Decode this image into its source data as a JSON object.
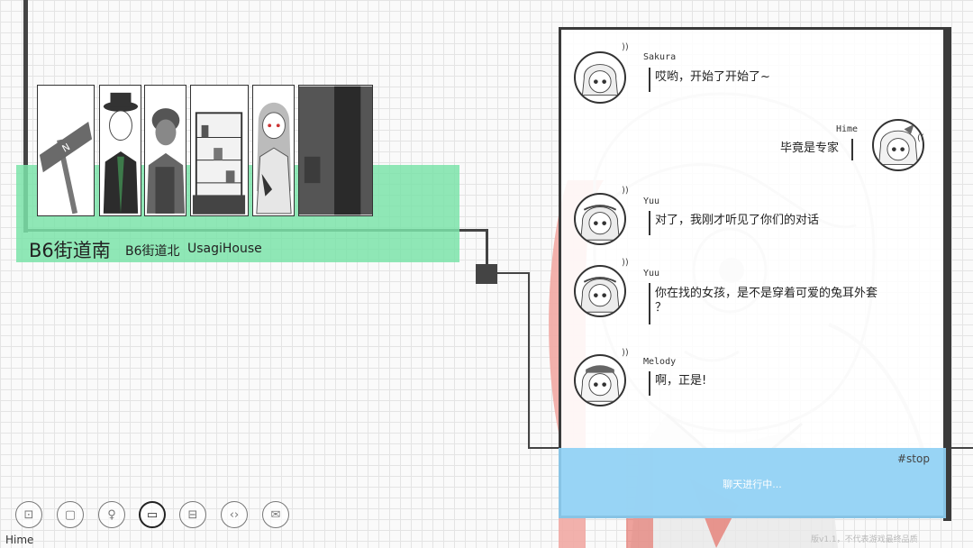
{
  "locations": {
    "current": "B6街道南",
    "others": [
      "B6街道北",
      "UsagiHouse"
    ]
  },
  "thumbnails": [
    {
      "icon": "street-sign-icon",
      "sign_text": "N"
    },
    {
      "icon": "man-in-hat-icon"
    },
    {
      "icon": "silhouette-icon"
    },
    {
      "icon": "shelf-icon"
    },
    {
      "icon": "girl-portrait-icon"
    },
    {
      "icon": "dark-alley-icon"
    }
  ],
  "chat": {
    "messages": [
      {
        "speaker": "Sakura",
        "text": "哎哟，开始了开始了~",
        "side": "left",
        "avatar": "sakura-avatar-icon"
      },
      {
        "speaker": "Hime",
        "text": "毕竟是专家",
        "side": "right",
        "avatar": "hime-avatar-icon"
      },
      {
        "speaker": "Yuu",
        "text": "对了，我刚才听见了你们的对话",
        "side": "left",
        "avatar": "yuu-avatar-icon"
      },
      {
        "speaker": "Yuu",
        "text": "你在找的女孩，是不是穿着可爱的兔耳外套",
        "text2": "？",
        "side": "left",
        "avatar": "yuu-avatar-icon"
      },
      {
        "speaker": "Melody",
        "text": "啊，正是!",
        "side": "left",
        "avatar": "melody-avatar-icon"
      }
    ],
    "status_tag": "#stop",
    "status_text": "聊天进行中..."
  },
  "toolbar": {
    "icons": [
      "phone-icon",
      "clipboard-icon",
      "person-icon",
      "chat-icon",
      "notes-icon",
      "code-icon",
      "mail-icon"
    ],
    "glyphs": [
      "⊡",
      "▢",
      "♀",
      "▭",
      "⊟",
      "‹›",
      "✉"
    ],
    "active_index": 3
  },
  "user": {
    "name": "Hime"
  },
  "version_text": "版v1.1，不代表游戏最终品质",
  "colors": {
    "accent_green": "#7be3a9",
    "accent_blue": "#8fd0f4",
    "frame": "#3a3a3a"
  }
}
